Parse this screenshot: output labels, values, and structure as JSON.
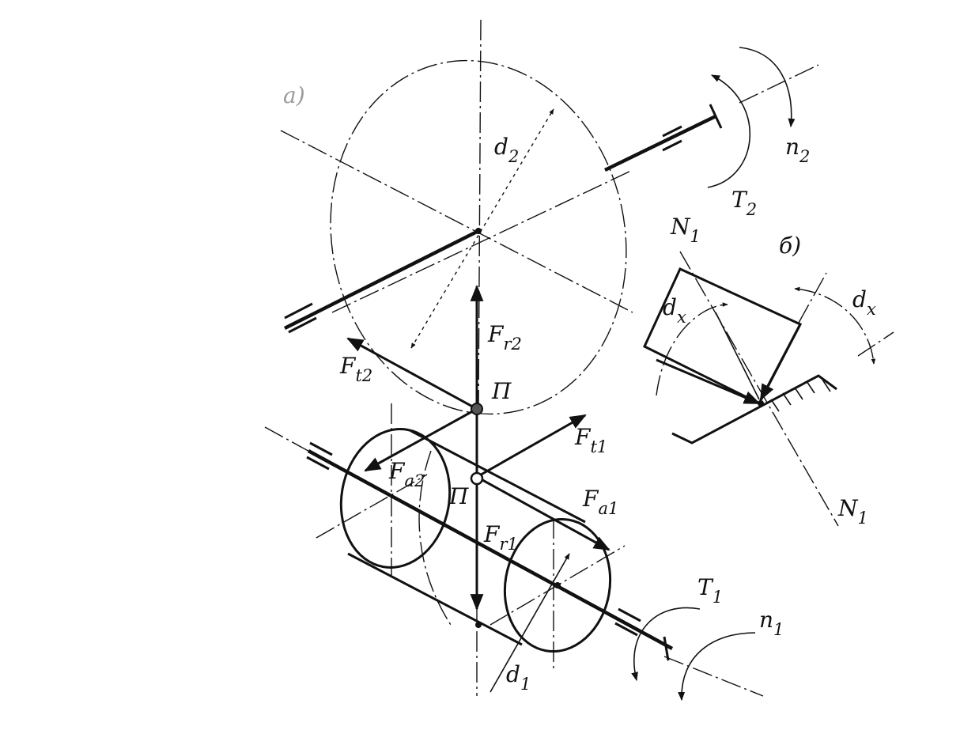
{
  "colors": {
    "ink": "#111111",
    "panel_a_label": "#9a9a9a",
    "background": "#ffffff"
  },
  "panels": {
    "a": "а)",
    "b": "б)"
  },
  "labels": {
    "d2": {
      "base": "d",
      "sub": "2"
    },
    "n2": {
      "base": "n",
      "sub": "2"
    },
    "T2": {
      "base": "T",
      "sub": "2"
    },
    "N1_top": {
      "base": "N",
      "sub": "1"
    },
    "dx_left": {
      "base": "d",
      "sub": "x"
    },
    "dx_right": {
      "base": "d",
      "sub": "x"
    },
    "Fr2": {
      "base": "F",
      "sub": "r2"
    },
    "Ft2": {
      "base": "F",
      "sub": "t2"
    },
    "P_top": {
      "base": "П",
      "sub": ""
    },
    "Ft1": {
      "base": "F",
      "sub": "t1"
    },
    "Fa2": {
      "base": "F",
      "sub": "a2"
    },
    "P_bottom": {
      "base": "П",
      "sub": ""
    },
    "Fa1": {
      "base": "F",
      "sub": "a1"
    },
    "Fr1": {
      "base": "F",
      "sub": "r1"
    },
    "N1_bottom": {
      "base": "N",
      "sub": "1"
    },
    "T1": {
      "base": "T",
      "sub": "1"
    },
    "n1": {
      "base": "n",
      "sub": "1"
    },
    "d1": {
      "base": "d",
      "sub": "1"
    }
  }
}
